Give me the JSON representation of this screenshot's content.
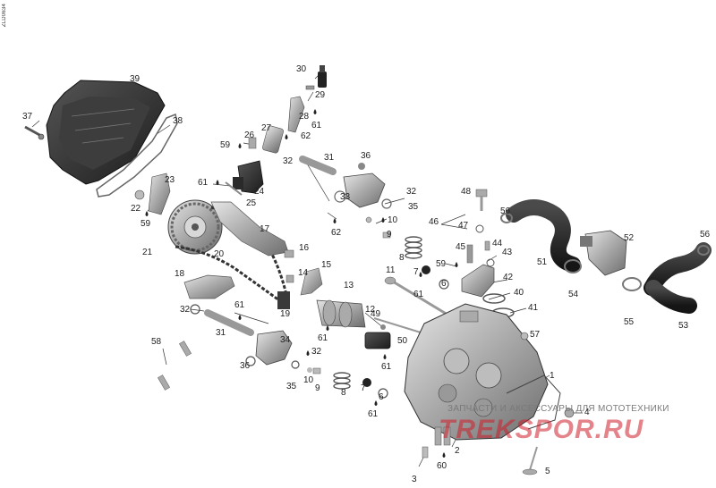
{
  "diagram": {
    "side_code": "ZLD0634",
    "watermark_text": "ЗАПЧАСТИ И АКСЕССУАРЫ ДЛЯ МОТОТЕХНИКИ",
    "watermark_logo": "TREKSPOR.RU",
    "colors": {
      "part_dark": "#2b2b2b",
      "part_mid": "#8c8c8c",
      "part_light": "#cfcfcf",
      "watermark": "#cc1e28"
    },
    "labels": {
      "c30": "30",
      "c29": "29",
      "c39": "39",
      "c37": "37",
      "c38": "38",
      "c28": "28",
      "c61_top": "61",
      "c27": "27",
      "c62_top": "62",
      "c26": "26",
      "c59_top": "59",
      "c32_top": "32",
      "c31_top": "31",
      "c36_top": "36",
      "c23": "23",
      "c61_left": "61",
      "c24": "24",
      "c25": "25",
      "c33": "33",
      "c32_mid": "32",
      "c22": "22",
      "c59_left": "59",
      "c35_top": "35",
      "c10_top": "10",
      "c62_mid": "62",
      "c48": "48",
      "c56_a": "56",
      "c46": "46",
      "c47": "47",
      "c9_top": "9",
      "c17": "17",
      "c21": "21",
      "c20": "20",
      "c16": "16",
      "c44": "44",
      "c45": "45",
      "c43": "43",
      "c59_mid": "59",
      "c8_top": "8",
      "c7_top": "7",
      "c42": "42",
      "c52": "52",
      "c56_b": "56",
      "c51": "51",
      "c18": "18",
      "c15": "15",
      "c14": "14",
      "c11": "11",
      "c13": "13",
      "c6_top": "6",
      "c61_mid": "61",
      "c40": "40",
      "c54": "54",
      "c41": "41",
      "c32_low": "32",
      "c61_low": "61",
      "c12": "12",
      "c19": "19",
      "c55": "55",
      "c53": "53",
      "c49": "49",
      "c31_low": "31",
      "c57": "57",
      "c58": "58",
      "c34": "34",
      "c61_cam": "61",
      "c50": "50",
      "c32_b": "32",
      "c61_b": "61",
      "c36_low": "36",
      "c10_low": "10",
      "c9_low": "9",
      "c35_low": "35",
      "c8_low": "8",
      "c7_low": "7",
      "c1": "1",
      "c6_low": "6",
      "c61_bot": "61",
      "c4": "4",
      "c2": "2",
      "c60": "60",
      "c3": "3",
      "c5": "5"
    }
  }
}
